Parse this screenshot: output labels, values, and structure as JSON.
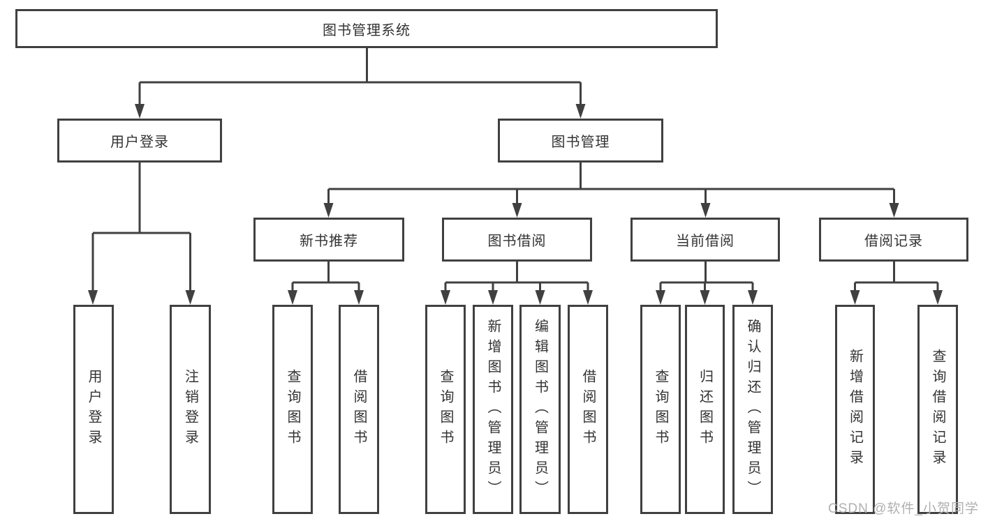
{
  "diagram_title": "图书管理系统",
  "tree": {
    "root": {
      "label": "图书管理系统"
    },
    "branches": [
      {
        "label": "用户登录",
        "leaves": [
          {
            "label": "用户登录"
          },
          {
            "label": "注销登录"
          }
        ]
      },
      {
        "label": "图书管理",
        "groups": [
          {
            "label": "新书推荐",
            "leaves": [
              {
                "label": "查询图书"
              },
              {
                "label": "借阅图书"
              }
            ]
          },
          {
            "label": "图书借阅",
            "leaves": [
              {
                "label": "查询图书"
              },
              {
                "label": "新增图书（管理员）"
              },
              {
                "label": "编辑图书（管理员）"
              },
              {
                "label": "借阅图书"
              }
            ]
          },
          {
            "label": "当前借阅",
            "leaves": [
              {
                "label": "查询图书"
              },
              {
                "label": "归还图书"
              },
              {
                "label": "确认归还（管理员）"
              }
            ]
          },
          {
            "label": "借阅记录",
            "leaves": [
              {
                "label": "新增借阅记录"
              },
              {
                "label": "查询借阅记录"
              }
            ]
          }
        ]
      }
    ]
  },
  "watermark": {
    "text": "CSDN @软件_小贺同学",
    "color": "#b0b0b0"
  },
  "colors": {
    "line": "#404040",
    "text": "#333333",
    "background": "#ffffff"
  }
}
